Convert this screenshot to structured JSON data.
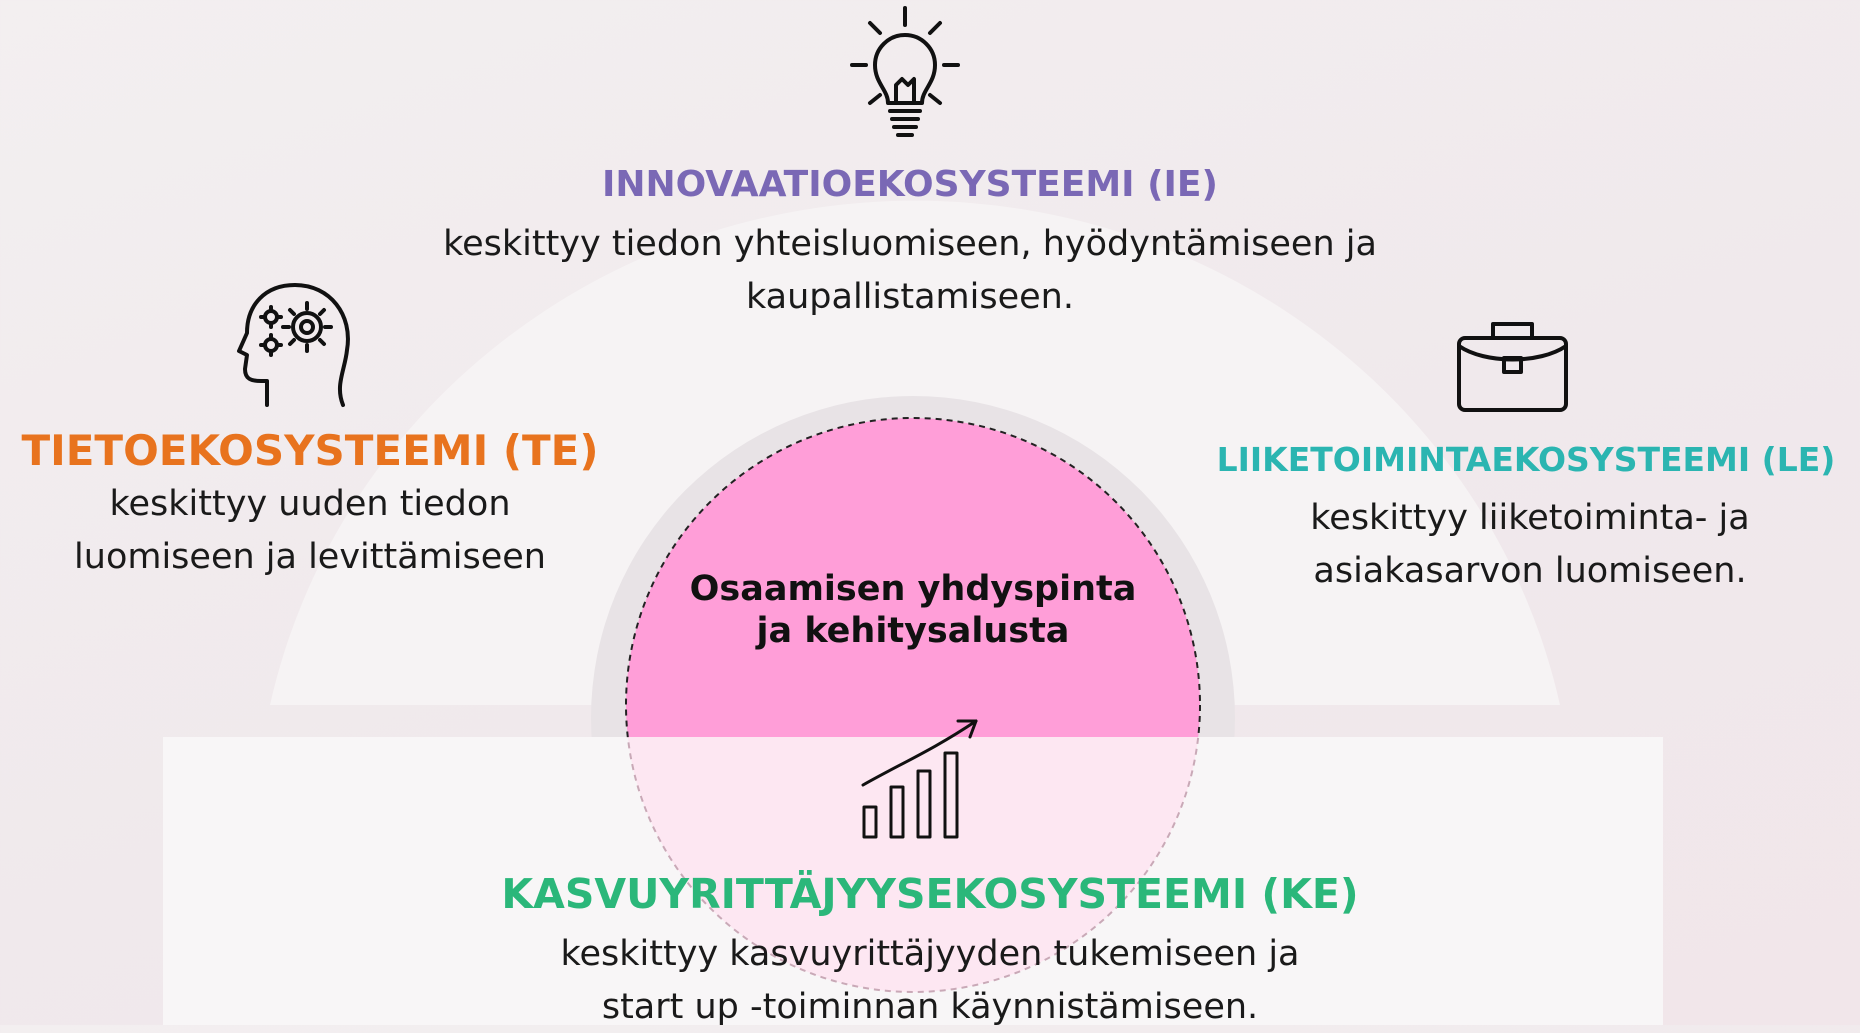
{
  "center": {
    "line1": "Osaamisen yhdyspinta",
    "line2": "ja kehitysalusta"
  },
  "innovation": {
    "title": "INNOVAATIOEKOSYSTEEMI (IE)",
    "desc_line1": "keskittyy tiedon yhteisluomiseen, hyödyntämiseen ja",
    "desc_line2": "kaupallistamiseen.",
    "color": "#7a68b5",
    "icon": "lightbulb-icon"
  },
  "knowledge": {
    "title": "TIETOEKOSYSTEEMI (TE)",
    "desc_line1": "keskittyy uuden tiedon",
    "desc_line2": "luomiseen ja levittämiseen",
    "color": "#e8731e",
    "icon": "head-gears-icon"
  },
  "business": {
    "title": "LIIKETOIMINTAEKOSYSTEEMI (LE)",
    "desc_line1": "keskittyy liiketoiminta- ja",
    "desc_line2": "asiakasarvon luomiseen.",
    "color": "#2bb5b1",
    "icon": "briefcase-icon"
  },
  "growth": {
    "title": "KASVUYRITTÄJYYSEKOSYSTEEMI (KE)",
    "desc_line1": "keskittyy kasvuyrittäjyyden tukemiseen ja",
    "desc_line2": "start up -toiminnan käynnistämiseen.",
    "color": "#2bb77a",
    "icon": "growth-chart-icon"
  }
}
